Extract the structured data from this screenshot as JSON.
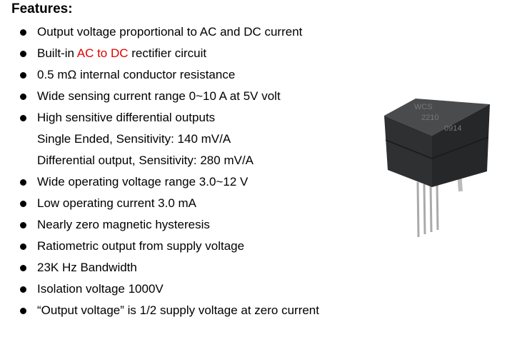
{
  "title": "Features:",
  "features": [
    {
      "text": "Output voltage proportional to AC and DC current"
    },
    {
      "pre": "Built-in ",
      "highlight": "AC to DC",
      "post": " rectifier circuit"
    },
    {
      "text": "0.5 mΩ internal conductor resistance"
    },
    {
      "text": "Wide sensing current range 0~10 A at 5V volt"
    },
    {
      "text": "High sensitive differential outputs",
      "sub": [
        "Single Ended, Sensitivity: 140 mV/A",
        "Differential output, Sensitivity: 280 mV/A"
      ]
    },
    {
      "text": "Wide operating voltage range 3.0~12 V"
    },
    {
      "text": "Low operating current 3.0 mA"
    },
    {
      "text": "Nearly zero magnetic hysteresis"
    },
    {
      "text": "Ratiometric output from supply voltage"
    },
    {
      "text": "23K Hz Bandwidth"
    },
    {
      "text": "Isolation voltage 1000V"
    },
    {
      "text": "“Output voltage” is 1/2 supply voltage at zero current"
    }
  ],
  "product_image": {
    "marking": [
      "WCS",
      "2210",
      "0914"
    ]
  },
  "colors": {
    "highlight": "#e00000"
  }
}
